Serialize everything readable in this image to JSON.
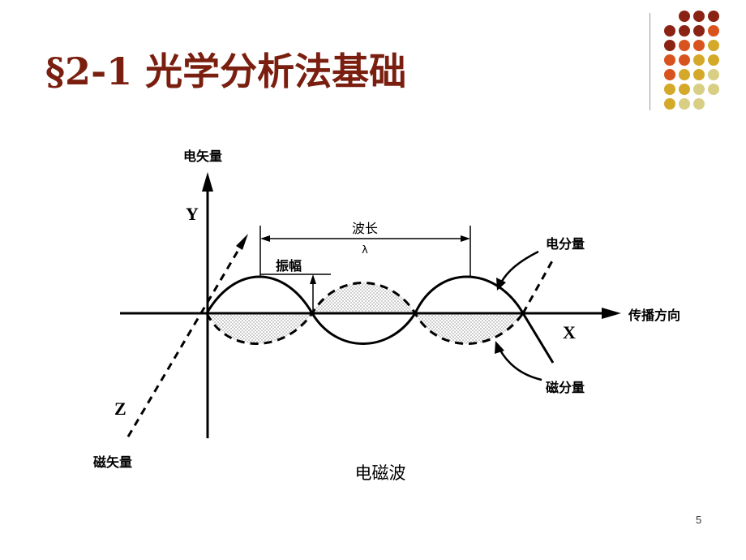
{
  "slide": {
    "title": "§2-1 光学分析法基础",
    "page_number": "5",
    "colors": {
      "title": "#7a1f10",
      "dot_dark": "#8b2314",
      "dot_orange": "#d9531e",
      "dot_gold": "#d4a92a",
      "dot_pale": "#d8cf85"
    }
  },
  "diagram": {
    "caption": "电磁波",
    "labels": {
      "electric_vector": "电矢量",
      "magnetic_vector": "磁矢量",
      "propagation": "传播方向",
      "wavelength": "波长",
      "lambda": "λ",
      "amplitude": "振幅",
      "electric_component": "电分量",
      "magnetic_component": "磁分量",
      "y_axis": "Y",
      "x_axis": "X",
      "z_axis": "Z"
    }
  }
}
